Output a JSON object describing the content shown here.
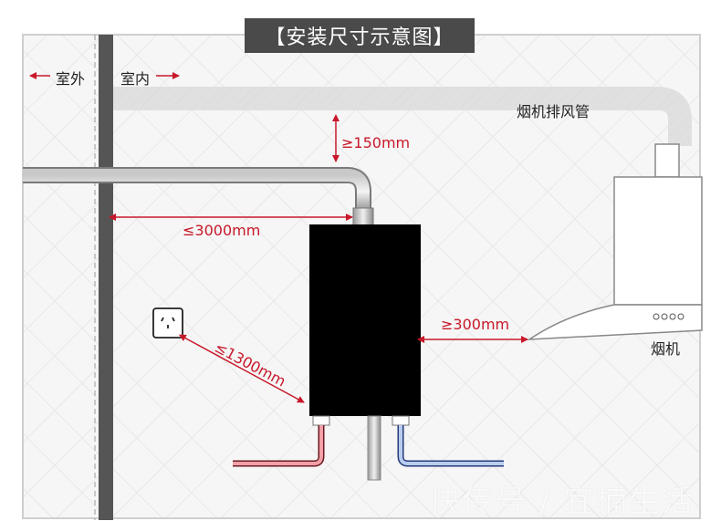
{
  "title": "【安装尺寸示意图】",
  "outdoor": "室外",
  "indoor": "室内",
  "hood_duct": "烟机排风管",
  "hood": "烟机",
  "dim_top": "≥150mm",
  "dim_left": "≤3000mm",
  "dim_right": "≥300mm",
  "dim_socket": "≤1300mm",
  "watermark": "快传号 / 宜楠生活",
  "colors": {
    "dimension": "#c8182a",
    "hot_pipe": "#e05060",
    "cold_pipe": "#6a8fd8",
    "heater": "#000000"
  }
}
